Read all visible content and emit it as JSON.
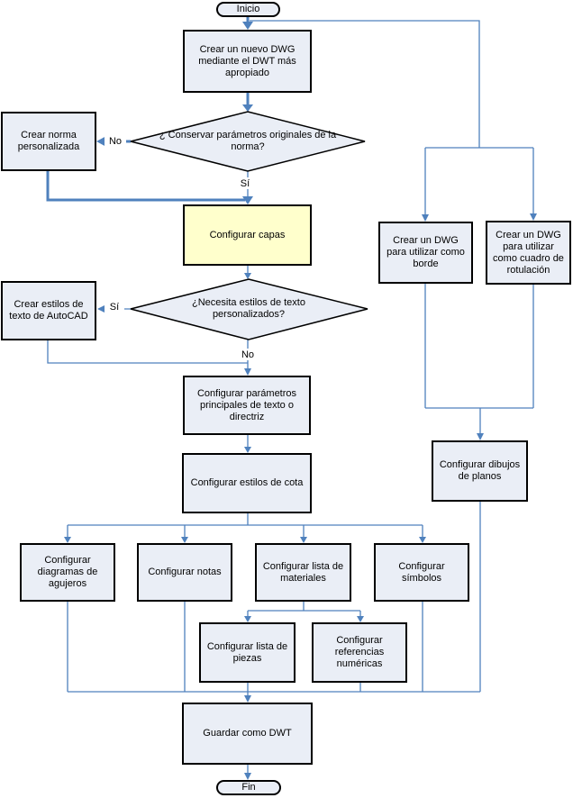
{
  "colors": {
    "node_fill": "#EAEEF6",
    "highlight_fill": "#FFFFCC",
    "line_blue": "#4F81BD"
  },
  "nodes": {
    "start": {
      "type": "terminator",
      "label": "Inicio"
    },
    "new_dwg": {
      "type": "process",
      "label": "Crear un nuevo DWG mediante el DWT más apropiado"
    },
    "decision_norma": {
      "type": "decision",
      "label": "¿ Conservar parámetros originales de la norma?"
    },
    "crear_norma": {
      "type": "process",
      "label": "Crear norma personalizada"
    },
    "capas": {
      "type": "process",
      "label": "Configurar capas"
    },
    "decision_estilos": {
      "type": "decision",
      "label": "¿Necesita estilos de texto personalizados?"
    },
    "estilos_autocad": {
      "type": "process",
      "label": "Crear estilos de texto de AutoCAD"
    },
    "parametros": {
      "type": "process",
      "label": "Configurar parámetros principales de texto o directriz"
    },
    "cota": {
      "type": "process",
      "label": "Configurar estilos de cota"
    },
    "agujeros": {
      "type": "process",
      "label": "Configurar diagramas de agujeros"
    },
    "notas": {
      "type": "process",
      "label": "Configurar notas"
    },
    "materiales": {
      "type": "process",
      "label": "Configurar lista de materiales"
    },
    "simbolos": {
      "type": "process",
      "label": "Configurar símbolos"
    },
    "piezas": {
      "type": "process",
      "label": "Configurar lista de piezas"
    },
    "referencias": {
      "type": "process",
      "label": "Configurar referencias numéricas"
    },
    "guardar": {
      "type": "process",
      "label": "Guardar como DWT"
    },
    "end": {
      "type": "terminator",
      "label": "Fin"
    },
    "dwg_borde": {
      "type": "process",
      "label": "Crear un DWG para utilizar como borde"
    },
    "dwg_rotulacion": {
      "type": "process",
      "label": "Crear un DWG para utilizar como cuadro de rotulación"
    },
    "dibujos_planos": {
      "type": "process",
      "label": "Configurar dibujos de planos"
    }
  },
  "edge_labels": {
    "no_norma": "No",
    "si_norma": "Sí",
    "si_estilos": "Sí",
    "no_estilos": "No"
  }
}
